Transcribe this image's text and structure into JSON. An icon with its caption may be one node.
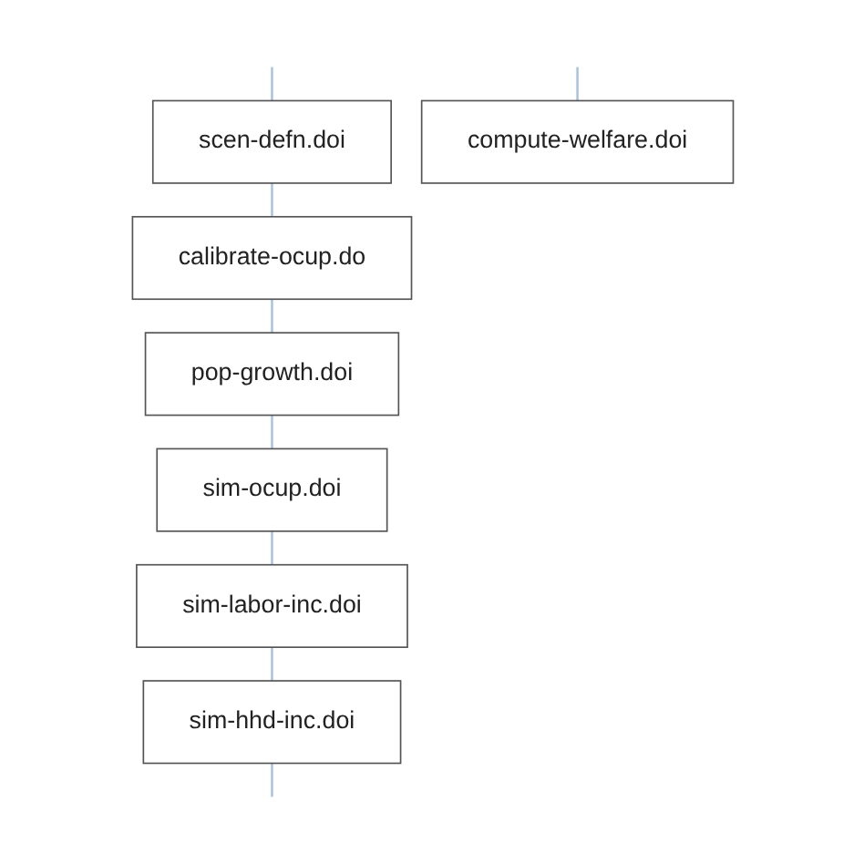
{
  "diagram": {
    "nodes": [
      {
        "text": [
          "scen-defn.doi"
        ]
      },
      {
        "text": [
          "calibrate-ocup.do"
        ]
      },
      {
        "text": [
          "pop-growth.doi"
        ]
      },
      {
        "text": [
          "sim-ocup.doi"
        ]
      },
      {
        "text": [
          "sim-labor-inc.doi"
        ]
      },
      {
        "text": [
          "sim-hhd-inc.doi"
        ]
      },
      {
        "text": [
          "compute-welfare.doi"
        ]
      }
    ],
    "edges": [
      {
        "from": null,
        "to": 0,
        "arrow": "none"
      },
      {
        "from": 0,
        "to": 1,
        "arrow": "none"
      },
      {
        "from": 1,
        "to": 2,
        "arrow": "none"
      },
      {
        "from": 2,
        "to": 3,
        "arrow": "none"
      },
      {
        "from": 3,
        "to": 4,
        "arrow": "none"
      },
      {
        "from": 4,
        "to": 5,
        "arrow": "none"
      },
      {
        "from": 5,
        "to": null,
        "arrow": "none"
      },
      {
        "from": null,
        "to": 6,
        "arrow": "none"
      }
    ]
  }
}
